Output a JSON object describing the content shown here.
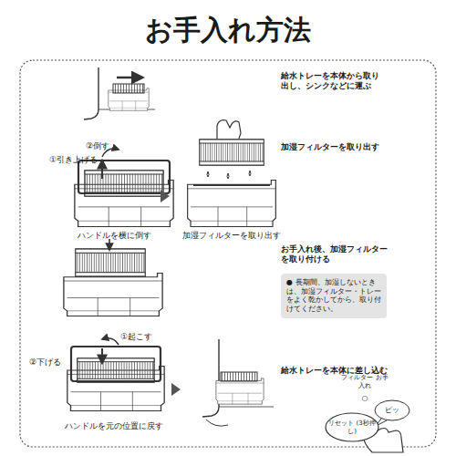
{
  "diagram": {
    "title": "お手入れ方法",
    "nodes": [
      {
        "text": [
          "● 長期間、加湿しないときは、加湿フィルター・トレーをよく乾かしてから、取り付けてください。"
        ]
      },
      {
        "text": [
          "ピッ"
        ]
      },
      {
        "text": [
          "リセット (3秒押し)"
        ]
      }
    ],
    "labels": [
      "給水トレーを本体から取り出し、シンクなどに運ぶ",
      "②倒す",
      "①引き上げる",
      "ハンドルを横に倒す",
      "加湿フィルターを取り出す",
      "加湿フィルターを取り出す",
      "お手入れ後、加湿フィルターを取り付ける",
      "①起こす",
      "②下げる",
      "ハンドルを元の位置に戻す",
      "給水トレーを本体に差し込む",
      "フィルター お手入れ",
      "○"
    ]
  }
}
